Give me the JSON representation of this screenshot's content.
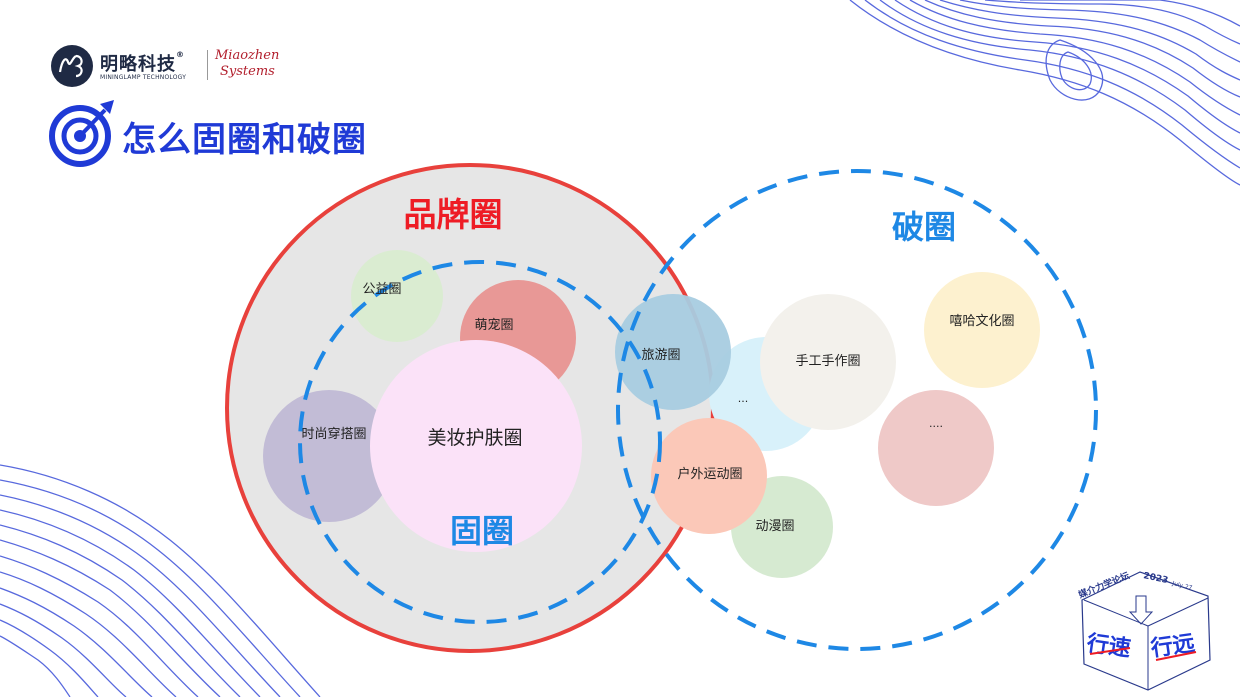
{
  "header": {
    "logo_cn": "明略科技",
    "logo_reg": "®",
    "logo_en": "MININGLAMP TECHNOLOGY",
    "logo_mz_1": "Miaozhen",
    "logo_mz_2": "Systems",
    "title": "怎么固圈和破圈"
  },
  "diagram": {
    "brand_circle_label": "品牌圈",
    "inner_circle_label": "固圈",
    "break_circle_label": "破圈",
    "bubbles": {
      "gongyi": "公益圈",
      "mengchong": "萌宠圈",
      "meizhuang": "美妆护肤圈",
      "shishang": "时尚穿搭圈",
      "lvyou": "旅游圈",
      "ellipsis1": "...",
      "shougong": "手工手作圈",
      "xiha": "嘻哈文化圈",
      "ellipsis2": "....",
      "huwai": "户外运动圈",
      "dongman": "动漫圈"
    }
  },
  "colors": {
    "title_blue": "#1f3ad6",
    "brand_red": "#ee1c25",
    "dash_blue": "#1e88e5"
  },
  "badge": {
    "line1": "媒介力学论坛",
    "year": "2023",
    "month": "July 27",
    "word1": "行速",
    "word2": "行远"
  }
}
